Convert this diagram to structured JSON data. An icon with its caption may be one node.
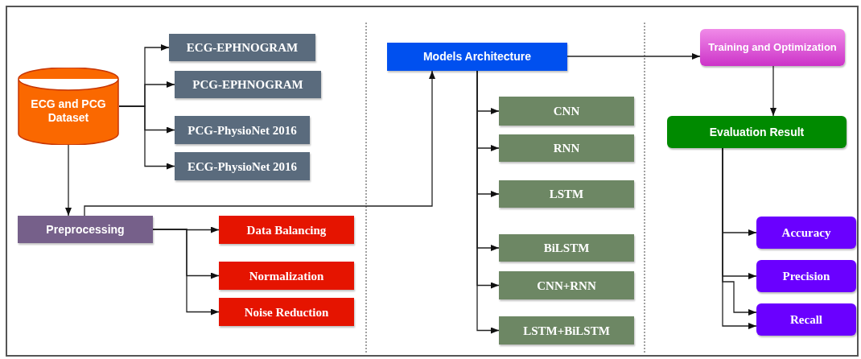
{
  "diagram": {
    "nodes": [
      {
        "text": [
          "ECG and PCG Dataset"
        ]
      },
      {
        "text": [
          "ECG-EPHNOGRAM"
        ]
      },
      {
        "text": [
          "PCG-EPHNOGRAM"
        ]
      },
      {
        "text": [
          "PCG-PhysioNet 2016"
        ]
      },
      {
        "text": [
          "ECG-PhysioNet 2016"
        ]
      },
      {
        "text": [
          "Models Architecture"
        ]
      },
      {
        "text": [
          "Training and Optimization"
        ]
      },
      {
        "text": [
          "Preprocessing"
        ]
      },
      {
        "text": [
          "Data Balancing"
        ]
      },
      {
        "text": [
          "Normalization"
        ]
      },
      {
        "text": [
          "Noise Reduction"
        ]
      },
      {
        "text": [
          "CNN"
        ]
      },
      {
        "text": [
          "RNN"
        ]
      },
      {
        "text": [
          "LSTM"
        ]
      },
      {
        "text": [
          "BiLSTM"
        ]
      },
      {
        "text": [
          "CNN+RNN"
        ]
      },
      {
        "text": [
          "LSTM+BiLSTM"
        ]
      },
      {
        "text": [
          "Evaluation Result"
        ]
      },
      {
        "text": [
          "Accuracy"
        ]
      },
      {
        "text": [
          "Precision"
        ]
      },
      {
        "text": [
          "Recall"
        ]
      }
    ],
    "edges": [
      {
        "from": 0,
        "to": 1,
        "arrow": "to"
      },
      {
        "from": 0,
        "to": 2,
        "arrow": "to"
      },
      {
        "from": 0,
        "to": 3,
        "arrow": "to"
      },
      {
        "from": 0,
        "to": 4,
        "arrow": "to"
      },
      {
        "from": 0,
        "to": 7,
        "arrow": "to"
      },
      {
        "from": 7,
        "to": 5,
        "arrow": "to"
      },
      {
        "from": 7,
        "to": 8,
        "arrow": "to"
      },
      {
        "from": 7,
        "to": 9,
        "arrow": "to"
      },
      {
        "from": 7,
        "to": 10,
        "arrow": "to"
      },
      {
        "from": 5,
        "to": 6,
        "arrow": "to"
      },
      {
        "from": 5,
        "to": 11,
        "arrow": "to"
      },
      {
        "from": 5,
        "to": 12,
        "arrow": "to"
      },
      {
        "from": 5,
        "to": 13,
        "arrow": "to"
      },
      {
        "from": 5,
        "to": 14,
        "arrow": "to"
      },
      {
        "from": 5,
        "to": 15,
        "arrow": "to"
      },
      {
        "from": 5,
        "to": 16,
        "arrow": "to"
      },
      {
        "from": 6,
        "to": 17,
        "arrow": "to"
      },
      {
        "from": 17,
        "to": 18,
        "arrow": "to"
      },
      {
        "from": 17,
        "to": 19,
        "arrow": "to"
      },
      {
        "from": 17,
        "to": 20,
        "arrow": "to"
      },
      {
        "from": 17,
        "to": 20,
        "arrow": "to"
      }
    ]
  }
}
